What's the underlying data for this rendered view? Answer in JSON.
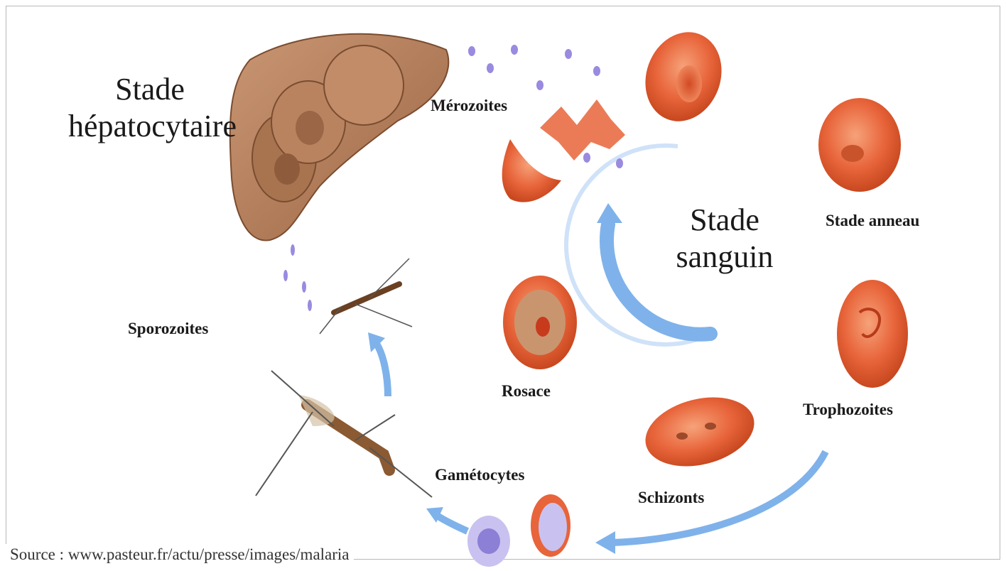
{
  "labels": {
    "hepatic_stage_line1": "Stade",
    "hepatic_stage_line2": "hépatocytaire",
    "blood_stage_line1": "Stade",
    "blood_stage_line2": "sanguin",
    "merozoites": "Mérozoites",
    "ring_stage": "Stade anneau",
    "trophozoites": "Trophozoites",
    "schizonts": "Schizonts",
    "rosace": "Rosace",
    "gametocytes": "Gamétocytes",
    "sporozoites": "Sporozoites"
  },
  "source": "Source : www.pasteur.fr/actu/presse/images/malaria",
  "colors": {
    "liver": "#b07a56",
    "red_cell": "#e8643a",
    "parasite": "#9a8ae0",
    "arrow": "#7fb2ea",
    "mosquito": "#8b5a32"
  },
  "icons": [
    "liver-illustration",
    "mosquito-icon",
    "red-blood-cell-icon",
    "cycle-arrow-icon"
  ]
}
